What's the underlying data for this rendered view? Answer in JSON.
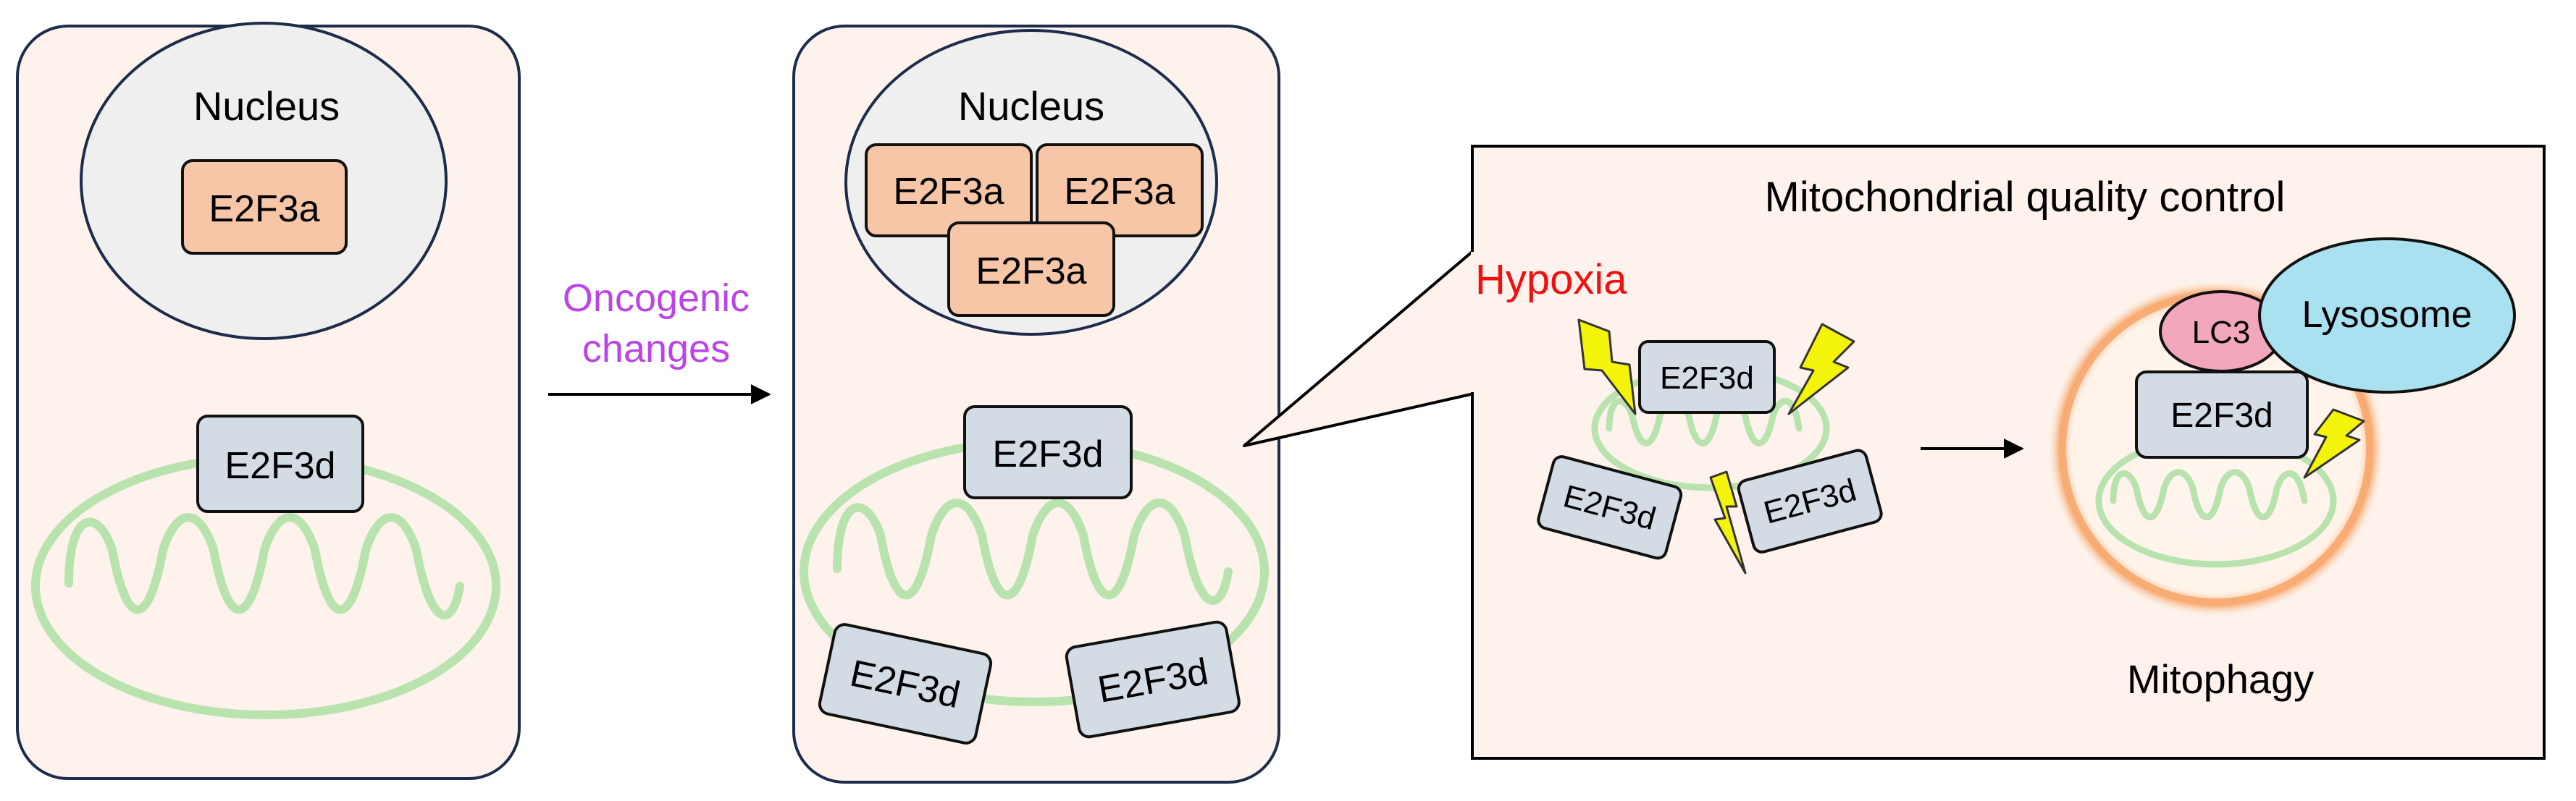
{
  "cell_before": {
    "nucleus_label": "Nucleus",
    "nuclear_protein": "E2F3a",
    "mito_protein": "E2F3d"
  },
  "transition": {
    "line1": "Oncogenic",
    "line2": "changes"
  },
  "cell_after": {
    "nucleus_label": "Nucleus",
    "nuclear_proteins": [
      "E2F3a",
      "E2F3a",
      "E2F3a"
    ],
    "mito_proteins": [
      "E2F3d",
      "E2F3d",
      "E2F3d"
    ]
  },
  "inset": {
    "title": "Mitochondrial quality control",
    "stress_label": "Hypoxia",
    "stressed_proteins": [
      "E2F3d",
      "E2F3d",
      "E2F3d"
    ],
    "lc3_label": "LC3",
    "lysosome_label": "Lysosome",
    "mitophagy_protein": "E2F3d",
    "outcome_label": "Mitophagy"
  },
  "colors": {
    "cell_fill": "#fdf2ec",
    "nucleus_fill": "#efefef",
    "e2f3a_fill": "#f7c6a6",
    "e2f3d_fill": "#d3dbe5",
    "mito_stroke": "#b9e3ae",
    "transition_text": "#bb44e6",
    "hypoxia_text": "#ee1111",
    "bolt_fill": "#f4f40a",
    "lc3_fill": "#f2a7bd",
    "lysosome_fill": "#a9e1f0",
    "glow": "#f7a66a"
  }
}
